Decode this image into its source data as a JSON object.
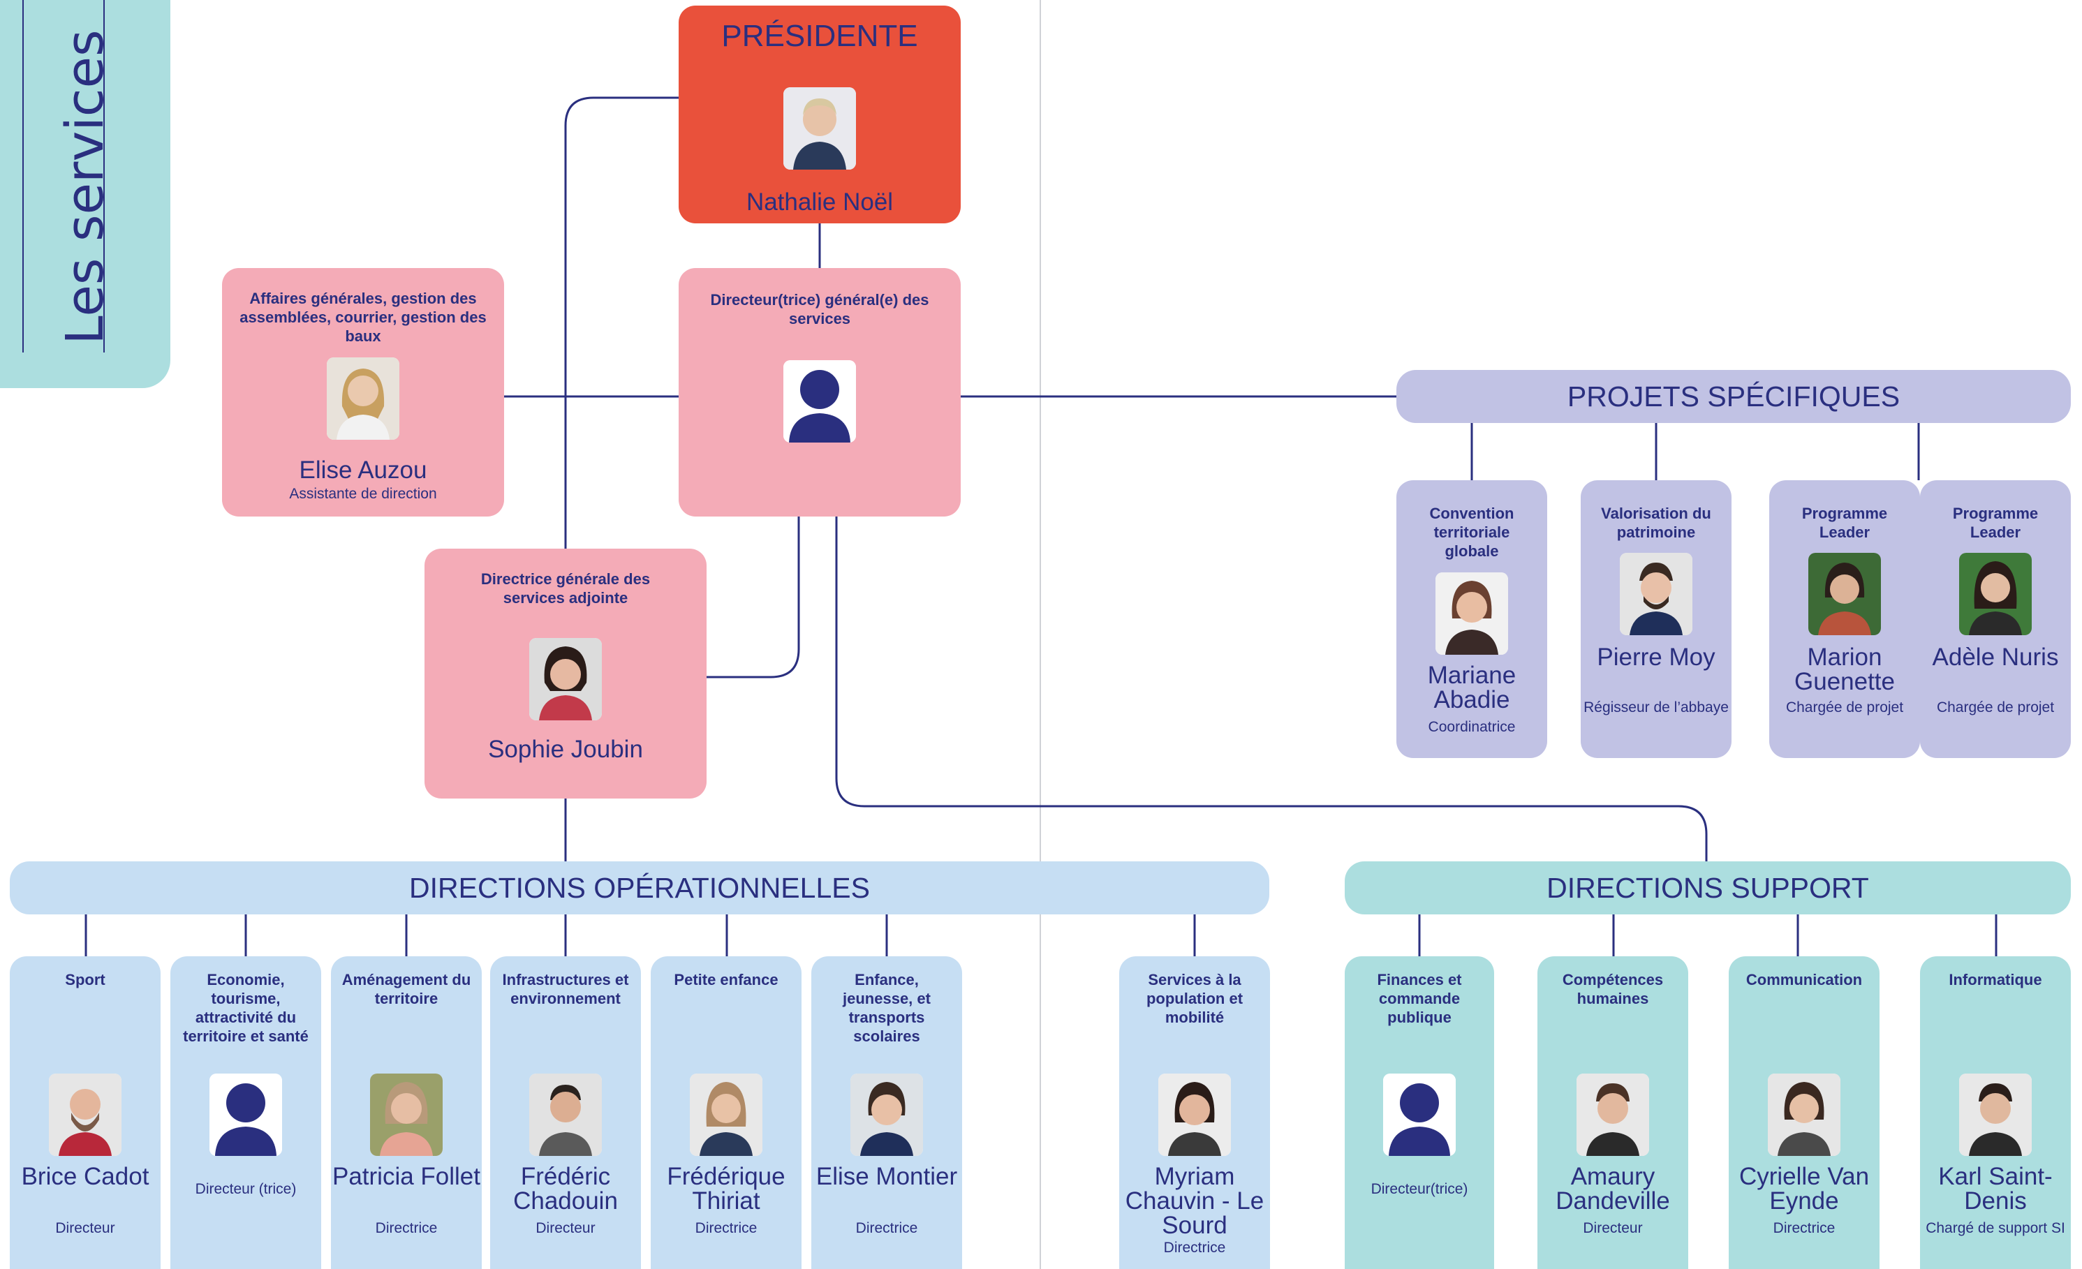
{
  "section_title": "Les services",
  "president": {
    "title": "PRÉSIDENTE",
    "name": "Nathalie Noël"
  },
  "dgs": {
    "title": "Directeur(trice) général(e) des services"
  },
  "assistant": {
    "title": "Affaires générales, gestion des assemblées, courrier, gestion des baux",
    "name": "Elise Auzou",
    "role": "Assistante de direction"
  },
  "dgsa": {
    "title": "Directrice générale des services adjointe",
    "name": "Sophie Joubin"
  },
  "projects": {
    "header": "PROJETS SPÉCIFIQUES",
    "items": [
      {
        "title": "Convention territoriale globale",
        "name": "Mariane Abadie",
        "role": "Coordinatrice"
      },
      {
        "title": "Valorisation du patrimoine",
        "name": "Pierre Moy",
        "role": "Régisseur de l’abbaye"
      },
      {
        "title": "Programme Leader",
        "name": "Marion Guenette",
        "role": "Chargée de projet"
      },
      {
        "title": "Programme Leader",
        "name": "Adèle Nuris",
        "role": "Chargée de projet"
      }
    ]
  },
  "operational": {
    "header": "DIRECTIONS OPÉRATIONNELLES",
    "items": [
      {
        "title": "Sport",
        "name": "Brice Cadot",
        "role": "Directeur",
        "icon": "photo"
      },
      {
        "title": "Economie, tourisme, attractivité du territoire et santé",
        "name": "",
        "role": "Directeur (trice)",
        "icon": "user-icon"
      },
      {
        "title": "Aménagement du territoire",
        "name": "Patricia Follet",
        "role": "Directrice",
        "icon": "photo"
      },
      {
        "title": "Infrastructures et environnement",
        "name": "Frédéric Chadouin",
        "role": "Directeur",
        "icon": "photo"
      },
      {
        "title": "Petite enfance",
        "name": "Frédérique Thiriat",
        "role": "Directrice",
        "icon": "photo"
      },
      {
        "title": "Enfance, jeunesse, et transports scolaires",
        "name": "Elise Montier",
        "role": "Directrice",
        "icon": "photo"
      },
      {
        "title": "Services à la population et mobilité",
        "name": "Myriam Chauvin - Le Sourd",
        "role": "Directrice",
        "icon": "photo"
      }
    ]
  },
  "support": {
    "header": "DIRECTIONS SUPPORT",
    "items": [
      {
        "title": "Finances et commande publique",
        "name": "",
        "role": "Directeur(trice)",
        "icon": "user-icon"
      },
      {
        "title": "Compétences humaines",
        "name": "Amaury Dandeville",
        "role": "Directeur",
        "icon": "photo"
      },
      {
        "title": "Communication",
        "name": "Cyrielle Van Eynde",
        "role": "Directrice",
        "icon": "photo"
      },
      {
        "title": "Informatique",
        "name": "Karl Saint-Denis",
        "role": "Chargé de support SI",
        "icon": "photo"
      }
    ]
  },
  "colors": {
    "navy": "#2a2f7f",
    "president_red": "#e9513b",
    "direction_pink": "#f4abb7",
    "projects_lavender": "#c1c2e4",
    "operational_blue": "#c6def3",
    "support_teal": "#acdedf"
  }
}
